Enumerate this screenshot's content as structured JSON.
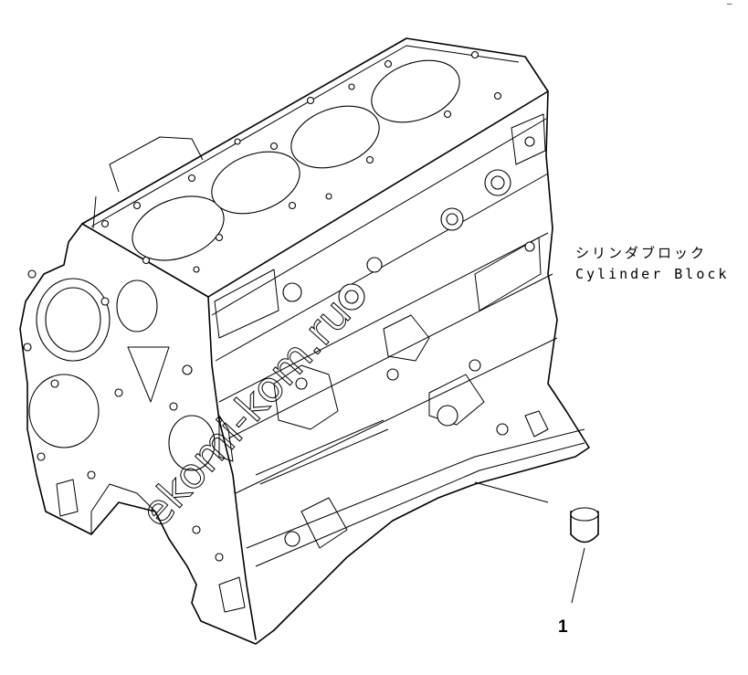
{
  "labels": {
    "part_name_jp": "シリンダブロック",
    "part_name_en": "Cylinder Block",
    "callout_number": "1",
    "corner_mark": "—"
  },
  "watermark": {
    "text": "ekomi-kom.ru"
  }
}
